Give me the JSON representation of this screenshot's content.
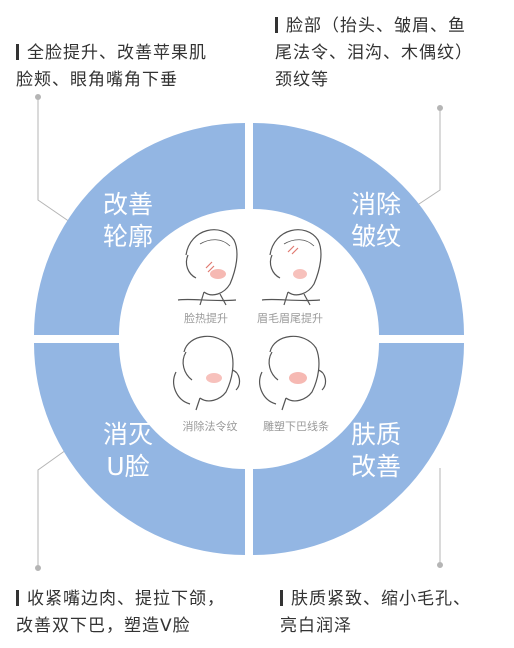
{
  "captions": {
    "top_left": [
      "全脸提升、改善苹果肌",
      "脸颊、眼角嘴角下垂"
    ],
    "top_right": [
      "脸部（抬头、皱眉、鱼",
      "尾法令、泪沟、木偶纹）",
      "颈纹等"
    ],
    "bottom_left": [
      "收紧嘴边肉、提拉下颌，",
      "改善双下巴，塑造V脸"
    ],
    "bottom_right": [
      "肤质紧致、缩小毛孔、",
      "亮白润泽"
    ]
  },
  "quadrants": {
    "top_left": [
      "改善",
      "轮廓"
    ],
    "top_right": [
      "消除",
      "皱纹"
    ],
    "bottom_left": [
      "消灭",
      "U脸"
    ],
    "bottom_right": [
      "肤质",
      "改善"
    ]
  },
  "faces": [
    {
      "icon": "face-lift-icon",
      "label": "脸热提升"
    },
    {
      "icon": "brow-lift-icon",
      "label": "眉毛眉尾提升"
    },
    {
      "icon": "nasolabial-icon",
      "label": "消除法令纹"
    },
    {
      "icon": "jawline-icon",
      "label": "雕塑下巴线条"
    }
  ],
  "colors": {
    "quadrant_fill": "#93b6e3",
    "connector": "#b5b5b5",
    "face_line": "#555555",
    "blush": "#f4a7a0"
  }
}
